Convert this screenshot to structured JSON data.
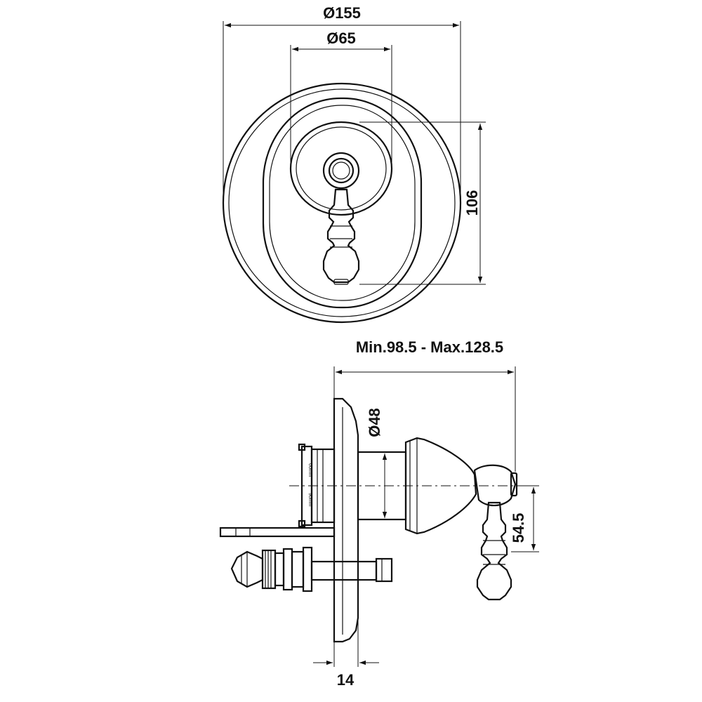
{
  "front_view": {
    "dim_outer_diameter": "Ø155",
    "dim_inner_diameter": "Ø65",
    "dim_height": "106"
  },
  "side_view": {
    "dim_range": "Min.98.5 - Max.128.5",
    "dim_body_diameter": "Ø48",
    "dim_handle_offset": "54.5",
    "dim_plate_depth": "14",
    "engraving_top": "60mm",
    "engraving_bottom": "90mm"
  }
}
